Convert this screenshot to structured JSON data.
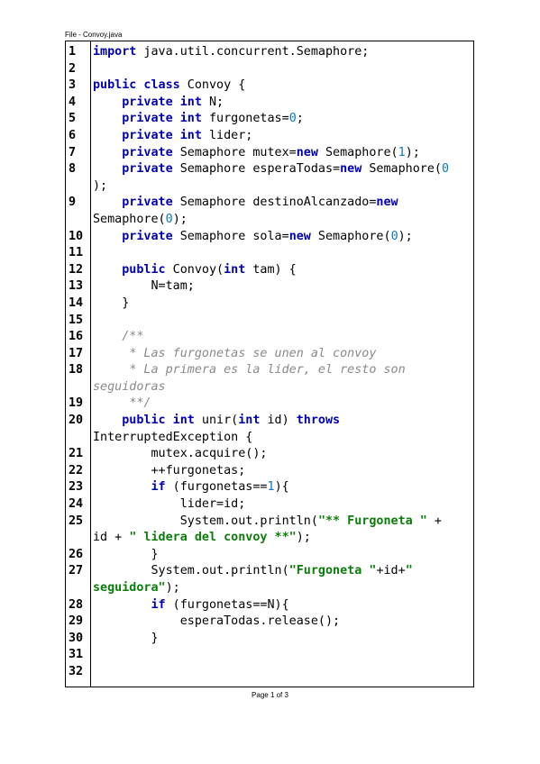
{
  "header": {
    "title": "File - Convoy.java"
  },
  "footer": {
    "page_label": "Page 1 of 3"
  },
  "code_lines": [
    {
      "num": "1",
      "tokens": [
        [
          "kw",
          "import"
        ],
        [
          "t",
          " java.util.concurrent.Semaphore;"
        ]
      ]
    },
    {
      "num": "2",
      "tokens": []
    },
    {
      "num": "3",
      "tokens": [
        [
          "kw",
          "public class"
        ],
        [
          "t",
          " Convoy {"
        ]
      ]
    },
    {
      "num": "4",
      "tokens": [
        [
          "t",
          "    "
        ],
        [
          "kw",
          "private int"
        ],
        [
          "t",
          " N;"
        ]
      ]
    },
    {
      "num": "5",
      "tokens": [
        [
          "t",
          "    "
        ],
        [
          "kw",
          "private int"
        ],
        [
          "t",
          " furgonetas="
        ],
        [
          "nm",
          "0"
        ],
        [
          "t",
          ";"
        ]
      ]
    },
    {
      "num": "6",
      "tokens": [
        [
          "t",
          "    "
        ],
        [
          "kw",
          "private int"
        ],
        [
          "t",
          " lider;"
        ]
      ]
    },
    {
      "num": "7",
      "tokens": [
        [
          "t",
          "    "
        ],
        [
          "kw",
          "private"
        ],
        [
          "t",
          " Semaphore mutex="
        ],
        [
          "kw",
          "new"
        ],
        [
          "t",
          " Semaphore("
        ],
        [
          "nm",
          "1"
        ],
        [
          "t",
          ");"
        ]
      ]
    },
    {
      "num": "8",
      "tokens": [
        [
          "t",
          "    "
        ],
        [
          "kw",
          "private"
        ],
        [
          "t",
          " Semaphore esperaTodas="
        ],
        [
          "kw",
          "new"
        ],
        [
          "t",
          " Semaphore("
        ],
        [
          "nm",
          "0"
        ],
        [
          "t",
          "\n);"
        ]
      ]
    },
    {
      "num": "9",
      "tokens": [
        [
          "t",
          "    "
        ],
        [
          "kw",
          "private"
        ],
        [
          "t",
          " Semaphore destinoAlcanzado="
        ],
        [
          "kw",
          "new"
        ],
        [
          "t",
          "\nSemaphore("
        ],
        [
          "nm",
          "0"
        ],
        [
          "t",
          ");"
        ]
      ]
    },
    {
      "num": "10",
      "tokens": [
        [
          "t",
          "    "
        ],
        [
          "kw",
          "private"
        ],
        [
          "t",
          " Semaphore sola="
        ],
        [
          "kw",
          "new"
        ],
        [
          "t",
          " Semaphore("
        ],
        [
          "nm",
          "0"
        ],
        [
          "t",
          ");"
        ]
      ]
    },
    {
      "num": "11",
      "tokens": []
    },
    {
      "num": "12",
      "tokens": [
        [
          "t",
          "    "
        ],
        [
          "kw",
          "public"
        ],
        [
          "t",
          " Convoy("
        ],
        [
          "kw",
          "int"
        ],
        [
          "t",
          " tam) {"
        ]
      ]
    },
    {
      "num": "13",
      "tokens": [
        [
          "t",
          "        N=tam;"
        ]
      ]
    },
    {
      "num": "14",
      "tokens": [
        [
          "t",
          "    }"
        ]
      ]
    },
    {
      "num": "15",
      "tokens": []
    },
    {
      "num": "16",
      "tokens": [
        [
          "t",
          "    "
        ],
        [
          "cm",
          "/**"
        ]
      ]
    },
    {
      "num": "17",
      "tokens": [
        [
          "t",
          "     "
        ],
        [
          "cm",
          "* Las furgonetas se unen al convoy"
        ]
      ]
    },
    {
      "num": "18",
      "tokens": [
        [
          "t",
          "     "
        ],
        [
          "cm",
          "* La primera es la lider, el resto son\nseguidoras"
        ]
      ]
    },
    {
      "num": "19",
      "tokens": [
        [
          "t",
          "     "
        ],
        [
          "cm",
          "**/"
        ]
      ]
    },
    {
      "num": "20",
      "tokens": [
        [
          "t",
          "    "
        ],
        [
          "kw",
          "public int"
        ],
        [
          "t",
          " unir("
        ],
        [
          "kw",
          "int"
        ],
        [
          "t",
          " id) "
        ],
        [
          "kw",
          "throws"
        ],
        [
          "t",
          "\nInterruptedException {"
        ]
      ]
    },
    {
      "num": "21",
      "tokens": [
        [
          "t",
          "        mutex.acquire();"
        ]
      ]
    },
    {
      "num": "22",
      "tokens": [
        [
          "t",
          "        ++furgonetas;"
        ]
      ]
    },
    {
      "num": "23",
      "tokens": [
        [
          "t",
          "        "
        ],
        [
          "kw",
          "if"
        ],
        [
          "t",
          " (furgonetas=="
        ],
        [
          "nm",
          "1"
        ],
        [
          "t",
          "){"
        ]
      ]
    },
    {
      "num": "24",
      "tokens": [
        [
          "t",
          "            lider=id;"
        ]
      ]
    },
    {
      "num": "25",
      "tokens": [
        [
          "t",
          "            System.out.println("
        ],
        [
          "st",
          "\"** Furgoneta \""
        ],
        [
          "t",
          " +\nid + "
        ],
        [
          "st",
          "\" lidera del convoy **\""
        ],
        [
          "t",
          ");"
        ]
      ]
    },
    {
      "num": "26",
      "tokens": [
        [
          "t",
          "        }"
        ]
      ]
    },
    {
      "num": "27",
      "tokens": [
        [
          "t",
          "        System.out.println("
        ],
        [
          "st",
          "\"Furgoneta \""
        ],
        [
          "t",
          "+id+"
        ],
        [
          "st",
          "\"\nseguidora\""
        ],
        [
          "t",
          ");"
        ]
      ]
    },
    {
      "num": "28",
      "tokens": [
        [
          "t",
          "        "
        ],
        [
          "kw",
          "if"
        ],
        [
          "t",
          " (furgonetas==N){"
        ]
      ]
    },
    {
      "num": "29",
      "tokens": [
        [
          "t",
          "            esperaTodas.release();"
        ]
      ]
    },
    {
      "num": "30",
      "tokens": [
        [
          "t",
          "        }"
        ]
      ]
    },
    {
      "num": "31",
      "tokens": []
    },
    {
      "num": "32",
      "tokens": []
    }
  ]
}
